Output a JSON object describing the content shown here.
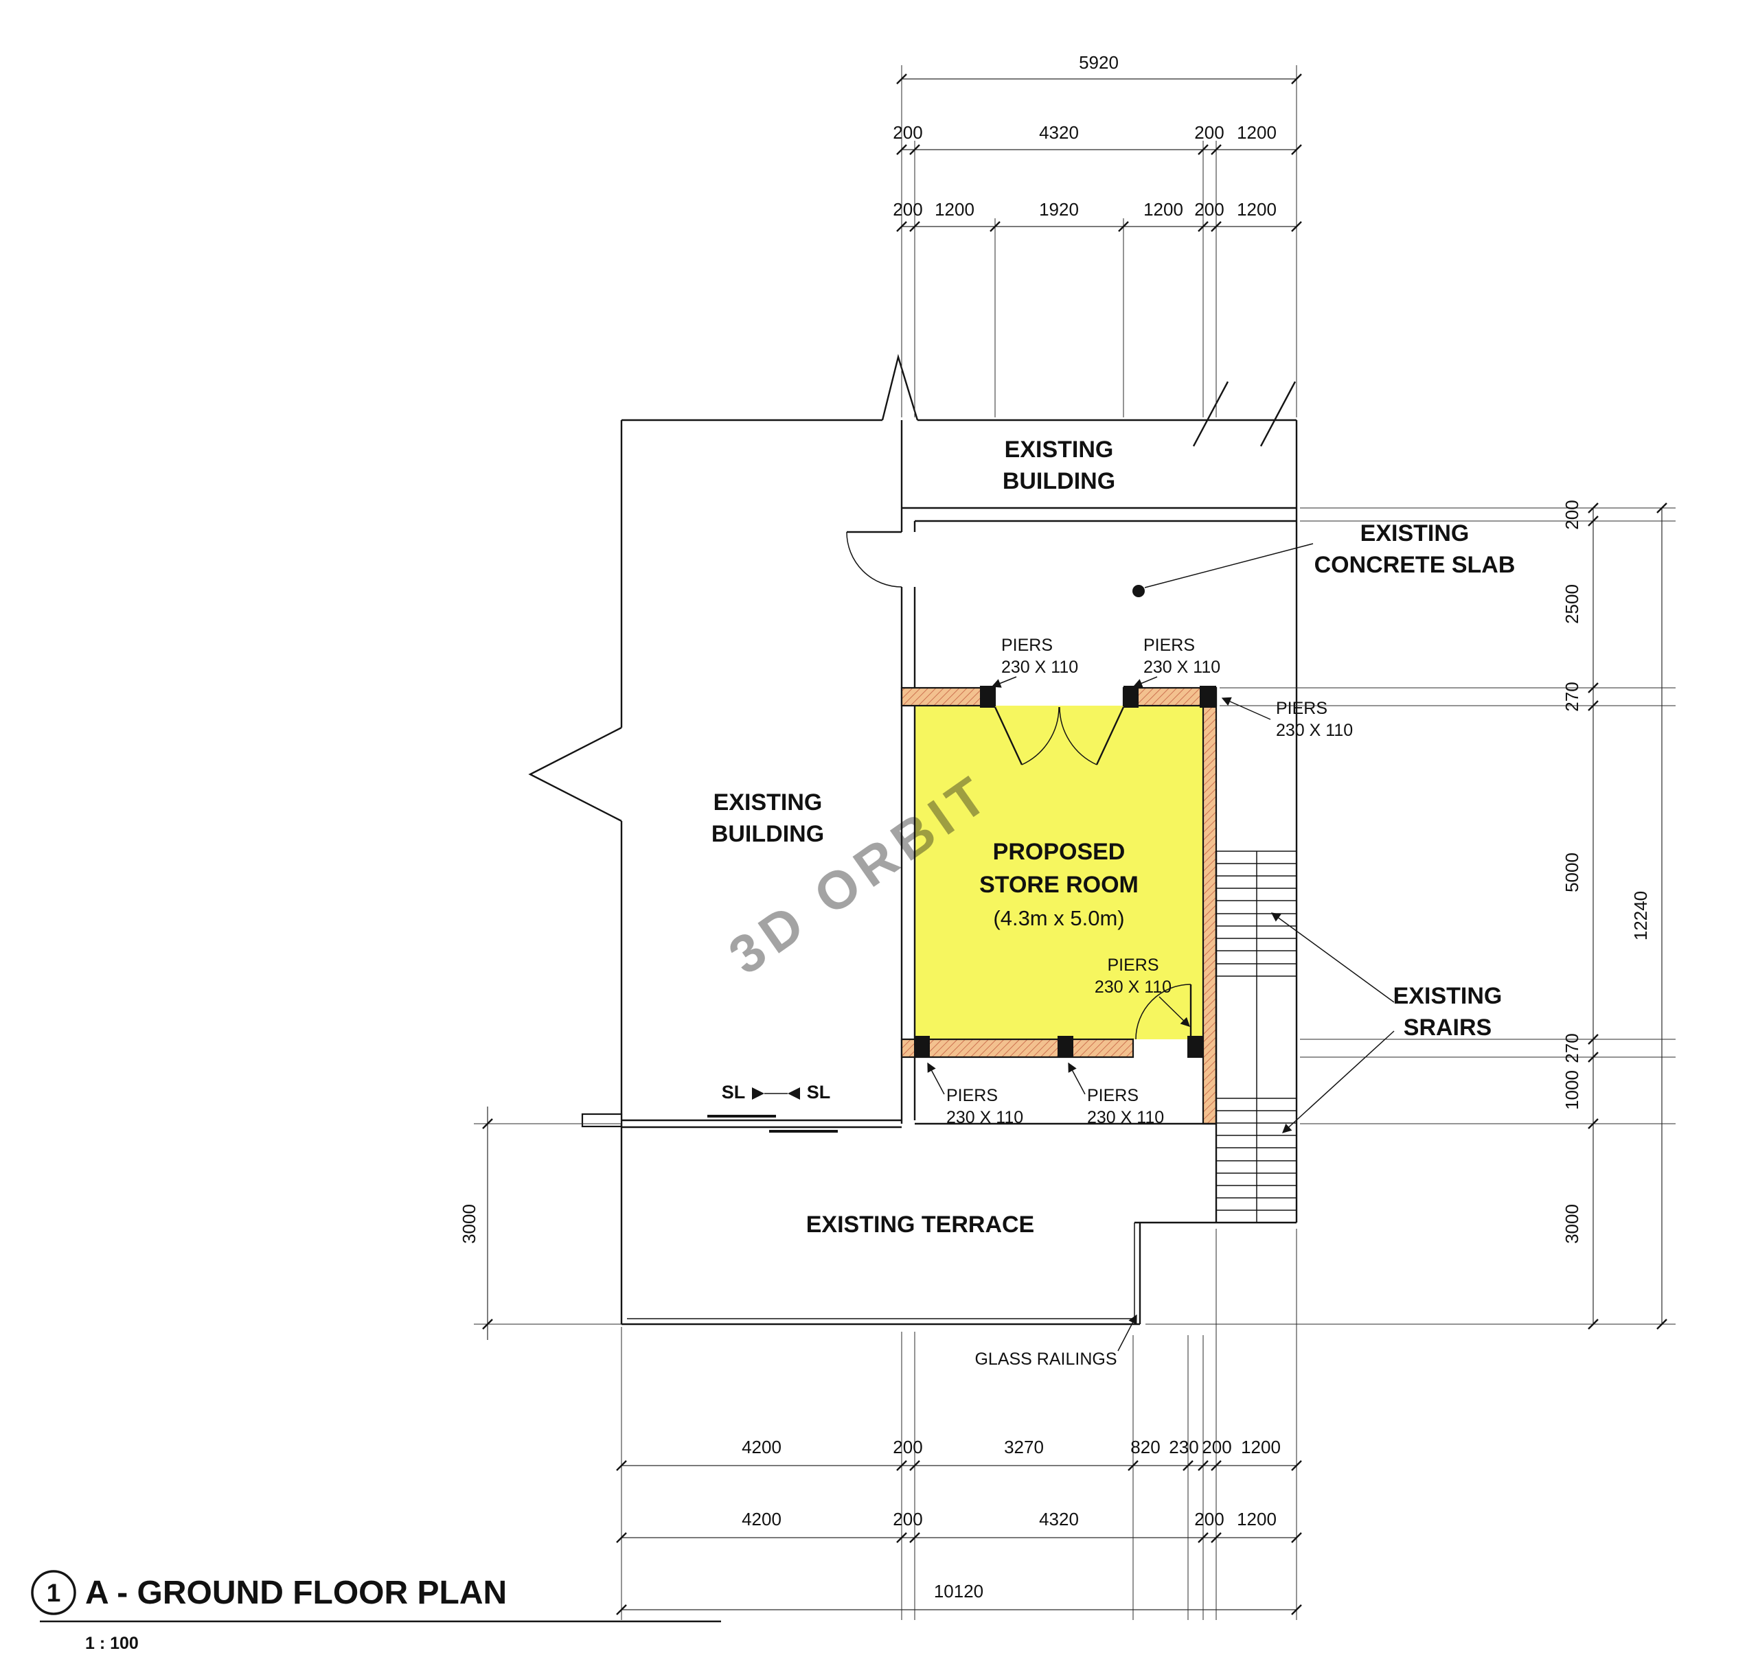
{
  "drawing": {
    "watermark": "3D ORBIT",
    "labels": {
      "existing_building_top": [
        "EXISTING",
        "BUILDING"
      ],
      "existing_concrete_slab": [
        "EXISTING",
        "CONCRETE SLAB"
      ],
      "existing_building_left": [
        "EXISTING",
        "BUILDING"
      ],
      "proposed_store_room": [
        "PROPOSED",
        "STORE ROOM",
        "(4.3m x 5.0m)"
      ],
      "existing_stairs": [
        "EXISTING",
        "SRAIRS"
      ],
      "existing_terrace": "EXISTING TERRACE",
      "glass_railings": "GLASS RAILINGS",
      "sliding_door_left": "SL",
      "sliding_door_right": "SL",
      "pier": [
        "PIERS",
        "230 X 110"
      ]
    },
    "dimensions": {
      "top": {
        "overall": "5920",
        "row2": [
          "200",
          "4320",
          "200",
          "1200"
        ],
        "row3": [
          "200",
          "1200",
          "1920",
          "1200",
          "200",
          "1200"
        ]
      },
      "right": {
        "chain": [
          "200",
          "2500",
          "270",
          "5000",
          "270",
          "1000",
          "3000"
        ],
        "overall": "12240"
      },
      "left": {
        "terrace_depth": "3000"
      },
      "bottom": {
        "row1": [
          "4200",
          "200",
          "3270",
          "820",
          "230",
          "200",
          "1200"
        ],
        "row2": [
          "4200",
          "200",
          "4320",
          "200",
          "1200"
        ],
        "overall": "10120"
      }
    },
    "colors": {
      "room_fill": "#f6f65f",
      "wall_hatch_bg": "#f3c18f",
      "wall_hatch_line": "#c96a4a",
      "watermark": "#8f8f8f",
      "line": "#141414"
    }
  },
  "title_block": {
    "number": "1",
    "title": "A - GROUND FLOOR PLAN",
    "scale": "1 : 100"
  }
}
